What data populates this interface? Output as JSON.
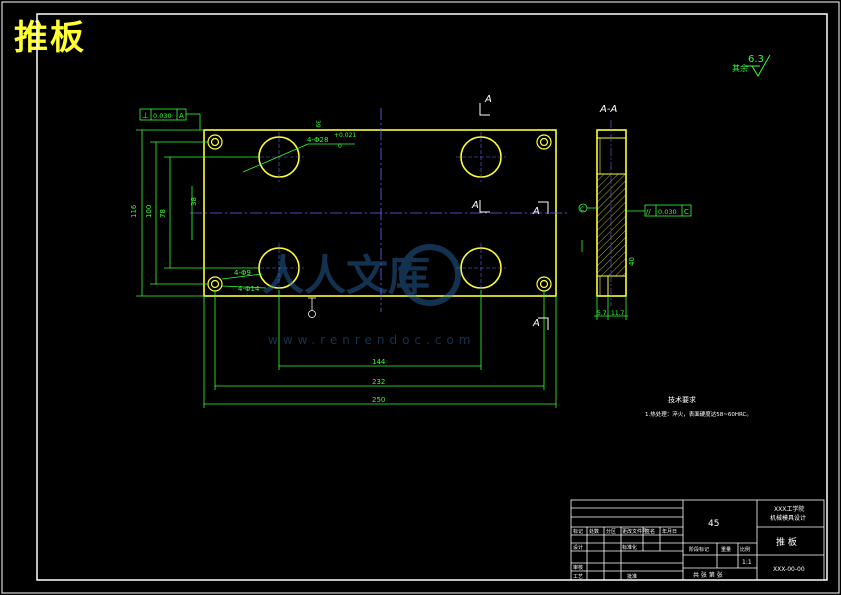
{
  "drawing": {
    "title": "推板",
    "roughness": {
      "label": "其余",
      "value": "6.3"
    },
    "section_mark": "A",
    "section_view_label": "A-A",
    "dims": {
      "width_total": "250",
      "width_232": "232",
      "width_144": "144",
      "height_116": "116",
      "height_100": "100",
      "height_78": "78",
      "height_38": "38",
      "holes_big": "4-Φ28",
      "holes_tol_upper": "+0.021",
      "holes_tol_lower": "0",
      "holes_small": "4-Φ9",
      "holes_cbore": "4-Φ14",
      "top_label": "39",
      "side_label": "40",
      "side_bottom_1": "5.7",
      "side_bottom_2": "11.7"
    },
    "tolerances": {
      "flatness_top": {
        "symbol": "⊥",
        "value": "0.030",
        "datum": "A"
      },
      "parallel_side": {
        "symbol": "//",
        "value": "0.030",
        "datum": "C"
      },
      "datum_c": "C"
    },
    "notes": {
      "heading": "技术要求",
      "line1": "1.热处理：淬火，表面硬度达58~60HRC。"
    },
    "watermark": {
      "brand": "人人文库",
      "url": "www.renrendoc.com"
    },
    "title_block": {
      "company_line1": "XXX工学院",
      "company_line2": "机械模具设计",
      "material": "45",
      "part_name": "推 板",
      "scale": "1:1",
      "sheet_info": "共 张 第 张",
      "labels": [
        "标记",
        "处数",
        "分区",
        "更改文件号",
        "签名",
        "年月日"
      ],
      "labels2": [
        "设计",
        "",
        "标准化",
        "",
        "阶段标记",
        "重量",
        "比例"
      ],
      "labels3": [
        "审核",
        "",
        "",
        ""
      ],
      "labels4": [
        "工艺",
        "",
        "批准",
        ""
      ],
      "drawing_no": "XXX-00-00"
    }
  }
}
